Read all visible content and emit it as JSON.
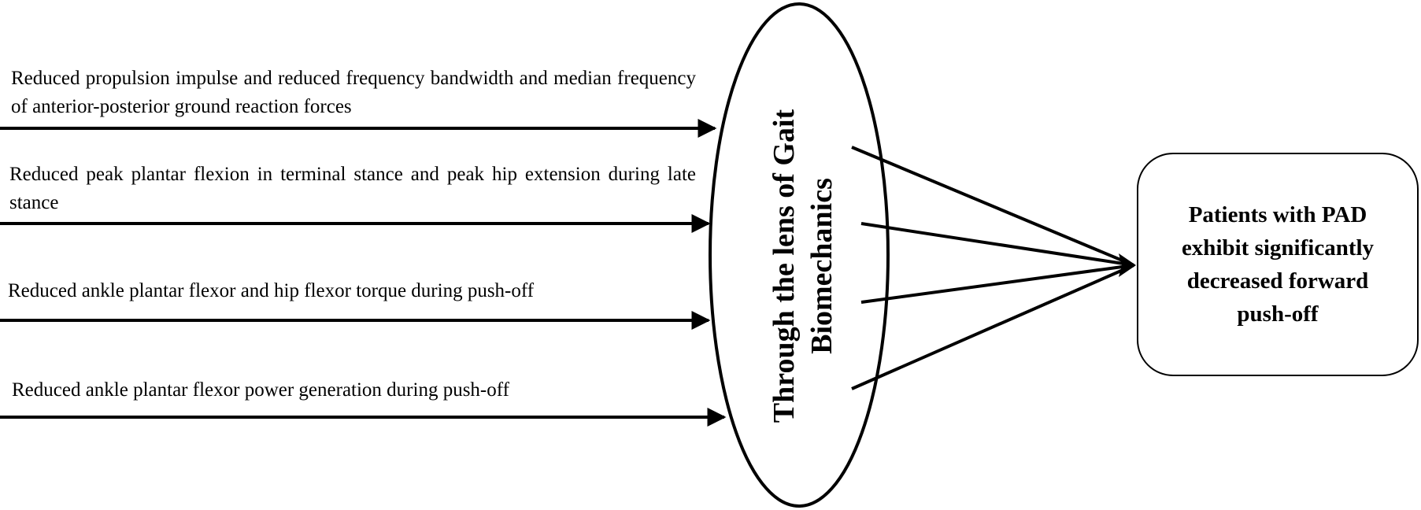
{
  "findings": [
    {
      "text": "Reduced propulsion impulse and reduced frequency bandwidth and median frequency of anterior-posterior ground reaction forces"
    },
    {
      "text": "Reduced peak plantar flexion in terminal stance and peak hip extension during late stance"
    },
    {
      "text": "Reduced ankle plantar flexor and hip flexor torque during push-off"
    },
    {
      "text": "Reduced ankle plantar flexor power generation during push-off"
    }
  ],
  "lens": {
    "label": "Through the lens of Gait Biomechanics"
  },
  "outcome": {
    "text": "Patients with PAD exhibit significantly decreased forward push-off"
  },
  "colors": {
    "stroke": "#000000",
    "background": "#ffffff"
  }
}
